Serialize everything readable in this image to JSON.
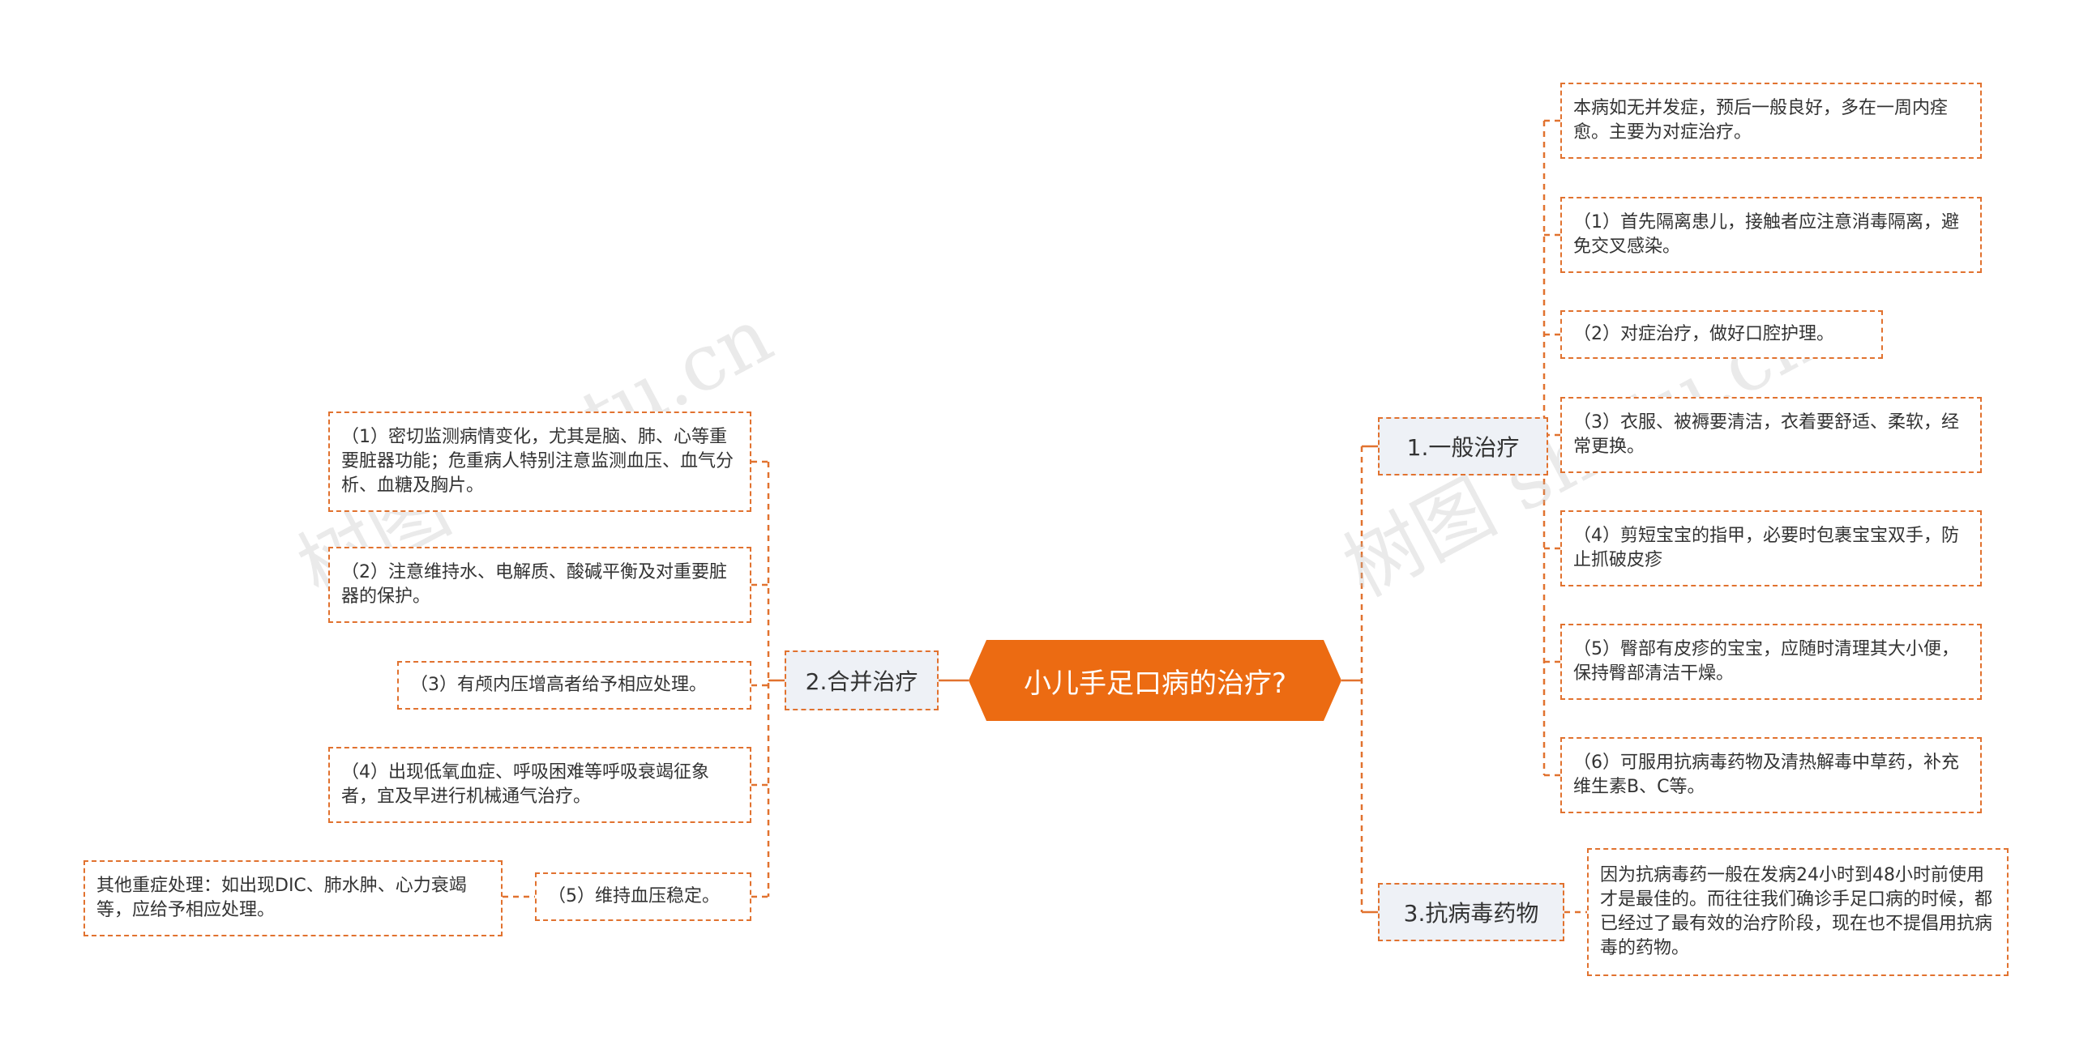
{
  "root": {
    "label": "小儿手足口病的治疗?"
  },
  "branches": {
    "general": {
      "label": "1.一般治疗",
      "items": [
        "本病如无并发症，预后一般良好，多在一周内痊愈。主要为对症治疗。",
        "（1）首先隔离患儿，接触者应注意消毒隔离，避免交叉感染。",
        "（2）对症治疗，做好口腔护理。",
        "（3）衣服、被褥要清洁，衣着要舒适、柔软，经常更换。",
        "（4）剪短宝宝的指甲，必要时包裹宝宝双手，防止抓破皮疹",
        "（5）臀部有皮疹的宝宝，应随时清理其大小便，保持臀部清洁干燥。",
        "（6）可服用抗病毒药物及清热解毒中草药，补充维生素B、C等。"
      ]
    },
    "combined": {
      "label": "2.合并治疗",
      "items": [
        "（1）密切监测病情变化，尤其是脑、肺、心等重要脏器功能；危重病人特别注意监测血压、血气分析、血糖及胸片。",
        "（2）注意维持水、电解质、酸碱平衡及对重要脏器的保护。",
        "（3）有颅内压增高者给予相应处理。",
        "（4）出现低氧血症、呼吸困难等呼吸衰竭征象者，宜及早进行机械通气治疗。",
        "（5）维持血压稳定。"
      ],
      "sub_item": "其他重症处理：如出现DIC、肺水肿、心力衰竭等，应给予相应处理。"
    },
    "antiviral": {
      "label": "3.抗病毒药物",
      "items": [
        "因为抗病毒药一般在发病24小时到48小时前使用才是最佳的。而往往我们确诊手足口病的时候，都已经过了最有效的治疗阶段，现在也不提倡用抗病毒的药物。"
      ]
    }
  },
  "watermark": "树图 shutu.cn",
  "colors": {
    "accent": "#ec6b12",
    "line": "#e1722f",
    "branch_bg": "#eef1f6",
    "watermark": "#b9b9b9"
  }
}
